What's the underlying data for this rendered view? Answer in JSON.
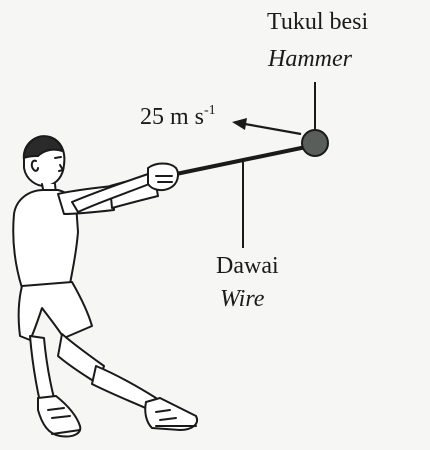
{
  "diagram": {
    "hammer_label": {
      "malay": "Tukul besi",
      "english": "Hammer"
    },
    "wire_label": {
      "malay": "Dawai",
      "english": "Wire"
    },
    "speed_label": {
      "value": "25 m s",
      "exponent": "-1"
    }
  }
}
